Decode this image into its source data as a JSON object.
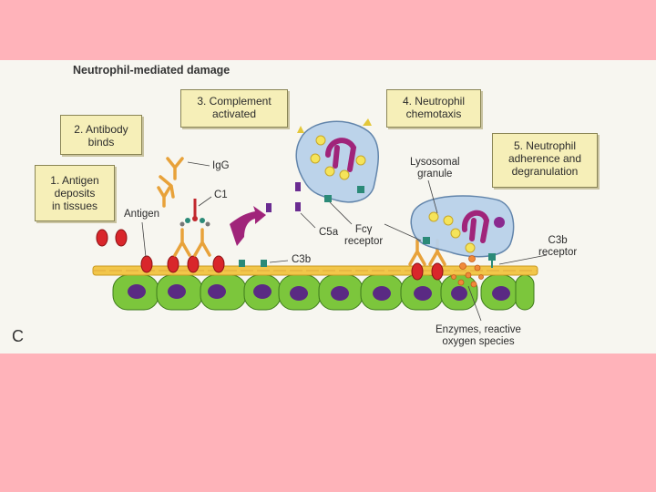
{
  "figure": {
    "title": "Neutrophil-mediated damage",
    "panel_letter": "C",
    "steps": [
      {
        "label": "1. Antigen\ndeposits\nin tissues"
      },
      {
        "label": "2. Antibody\nbinds"
      },
      {
        "label": "3. Complement\nactivated"
      },
      {
        "label": "4. Neutrophil\nchemotaxis"
      },
      {
        "label": "5. Neutrophil\nadherence and\ndegranulation"
      }
    ],
    "labels": {
      "igg": "IgG",
      "c1": "C1",
      "antigen": "Antigen",
      "c5a": "C5a",
      "c3b": "C3b",
      "fc_receptor": "Fcγ\nreceptor",
      "lysosomal_granule": "Lysosomal\ngranule",
      "c3b_receptor": "C3b\nreceptor",
      "enzymes": "Enzymes, reactive\noxygen species"
    },
    "colors": {
      "slide_background": "#ffb3ba",
      "figure_background": "#f7f6f0",
      "label_box": "#f6efb8",
      "tissue_cell": "#7cc63c",
      "nucleus": "#5a2a83",
      "basement_membrane": "#f2c64a",
      "antigen": "#d9262b",
      "antibody": "#e8a23a",
      "neutrophil": "#b9d2ea",
      "complement": "#a0247a"
    }
  }
}
